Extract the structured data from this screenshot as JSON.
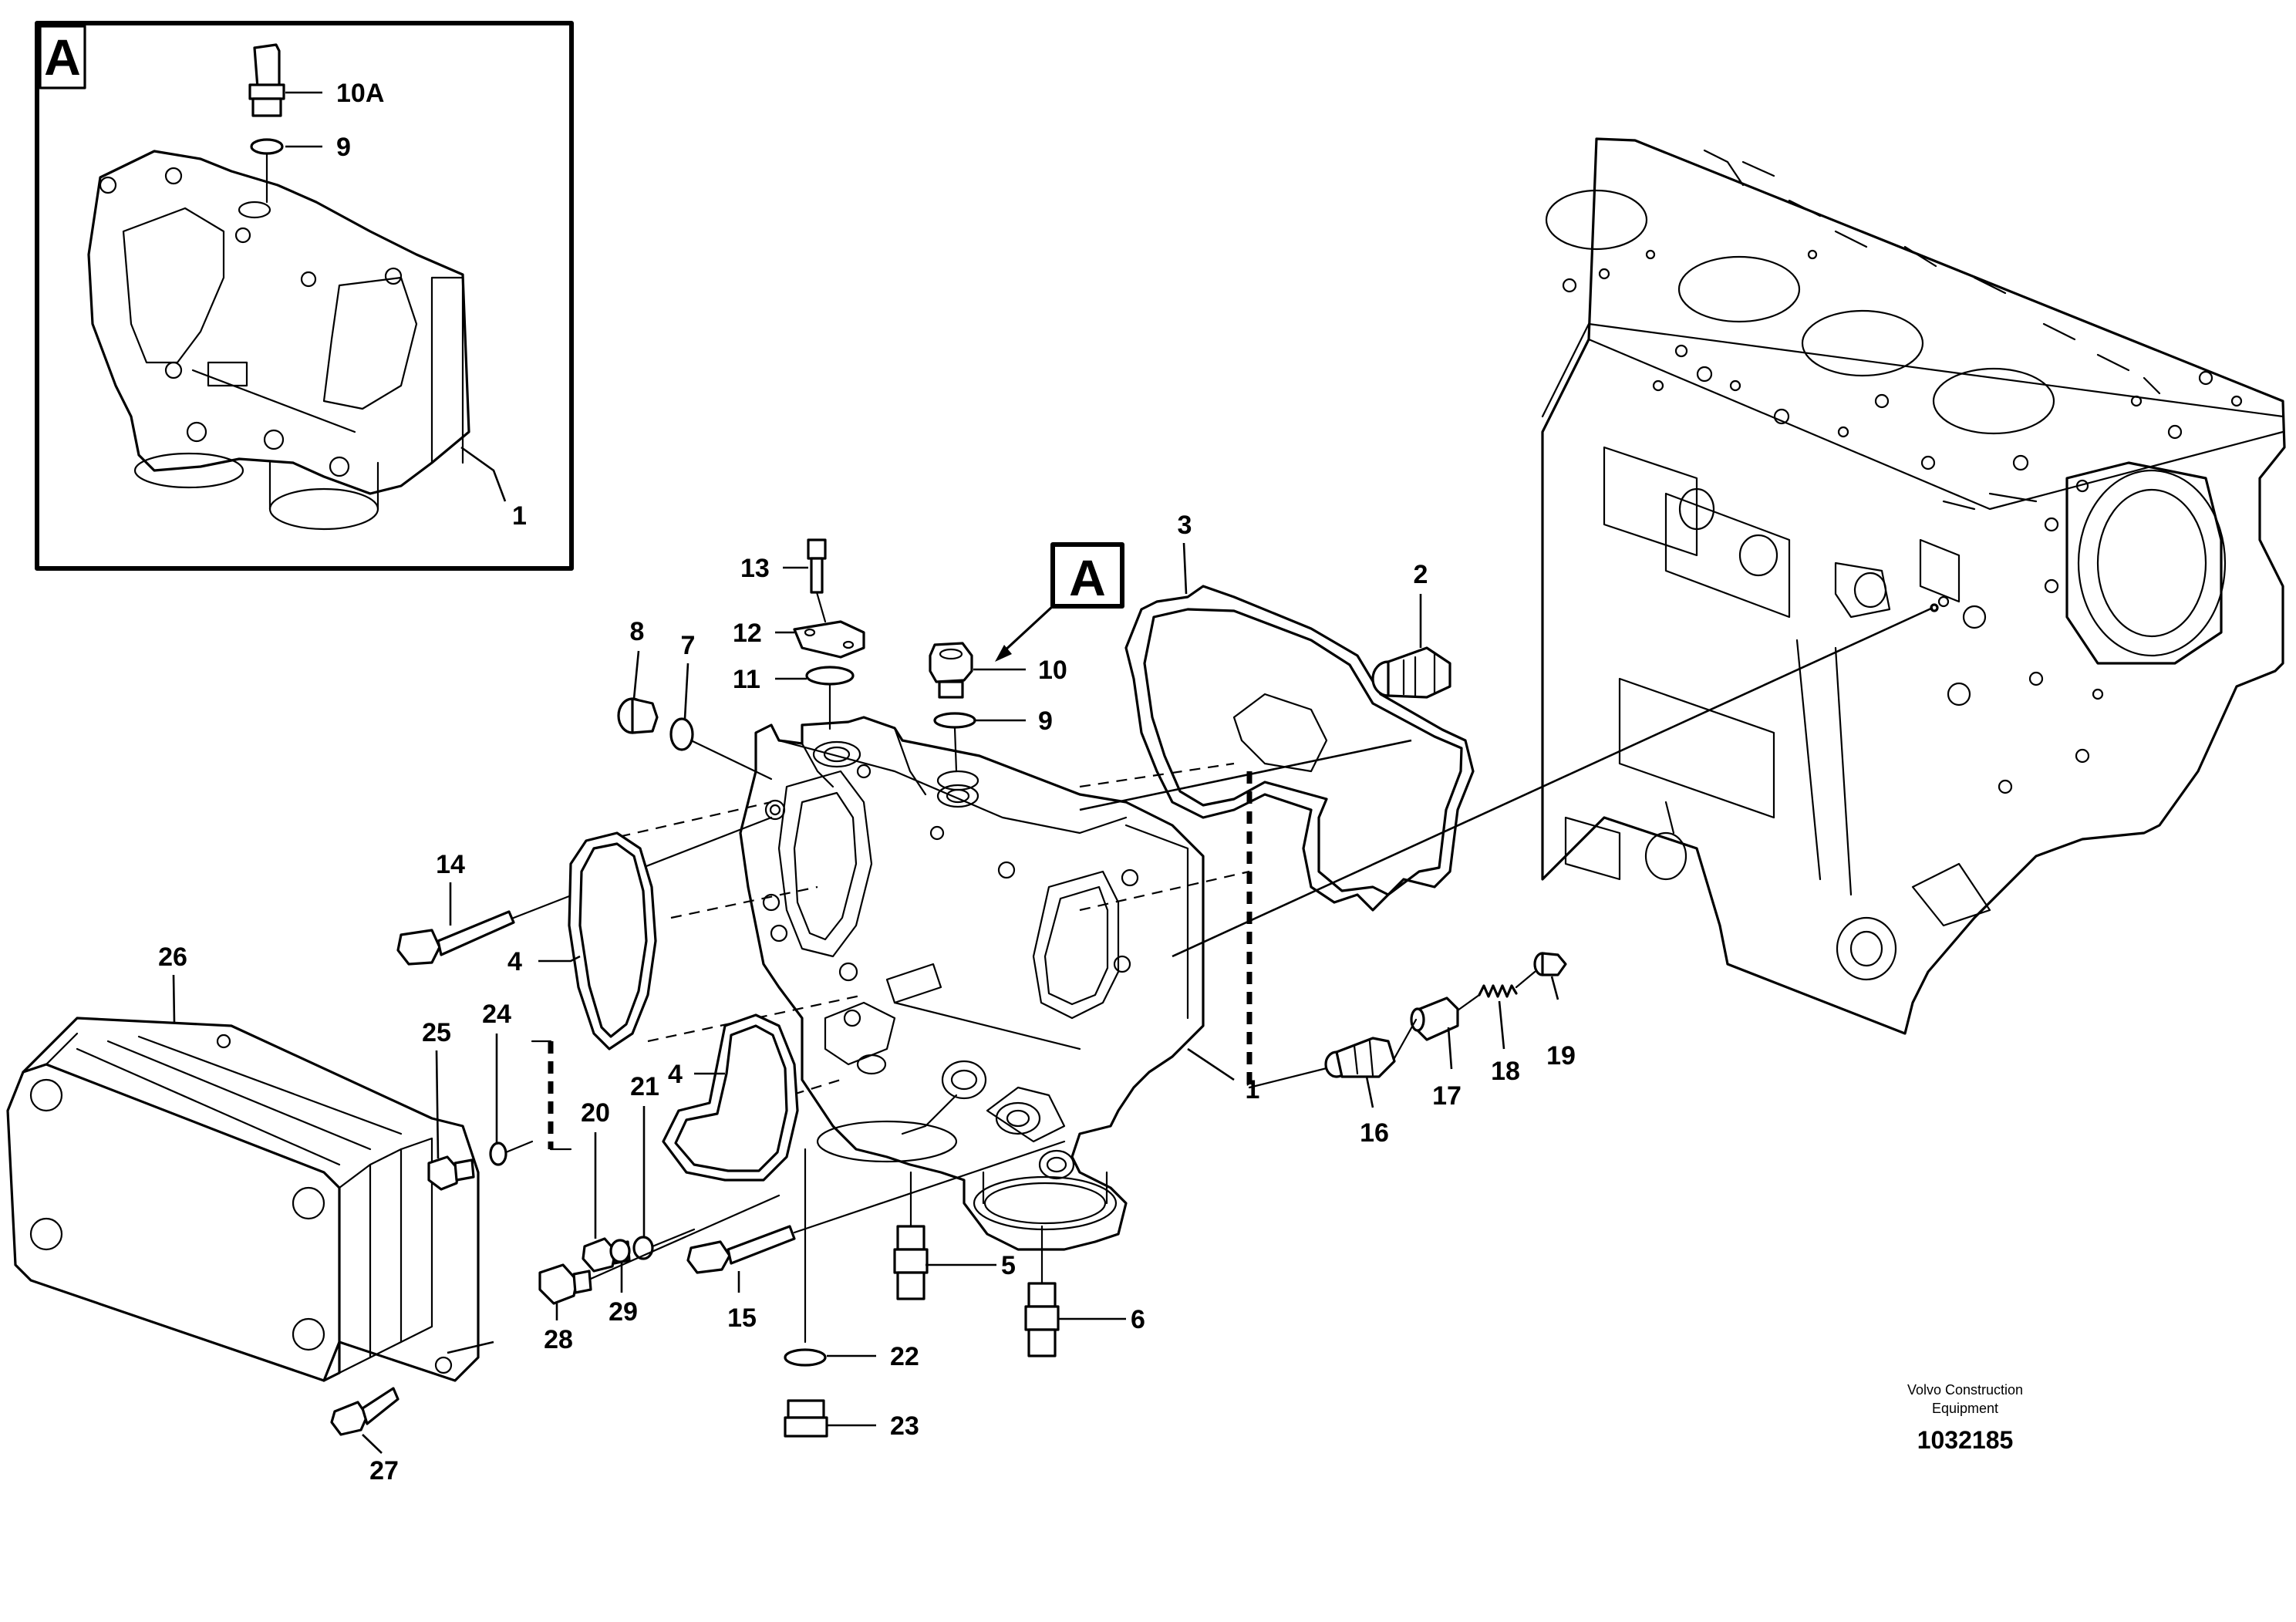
{
  "detail_tag": "A",
  "view_tag": "A",
  "callouts": {
    "c10a": "10A",
    "c9a": "9",
    "c1a": "1",
    "c13": "13",
    "c12": "12",
    "c11": "11",
    "c10": "10",
    "c9": "9",
    "c8": "8",
    "c7": "7",
    "c3": "3",
    "c2": "2",
    "c14": "14",
    "c4a": "4",
    "c4b": "4",
    "c26": "26",
    "c25": "25",
    "c24": "24",
    "c20": "20",
    "c21": "21",
    "c1": "1",
    "c16": "16",
    "c17": "17",
    "c18": "18",
    "c19": "19",
    "c5": "5",
    "c6": "6",
    "c15": "15",
    "c22": "22",
    "c23": "23",
    "c28": "28",
    "c29": "29",
    "c27": "27"
  },
  "footer": {
    "company_line1": "Volvo Construction",
    "company_line2": "Equipment",
    "drawing_number": "1032185"
  }
}
